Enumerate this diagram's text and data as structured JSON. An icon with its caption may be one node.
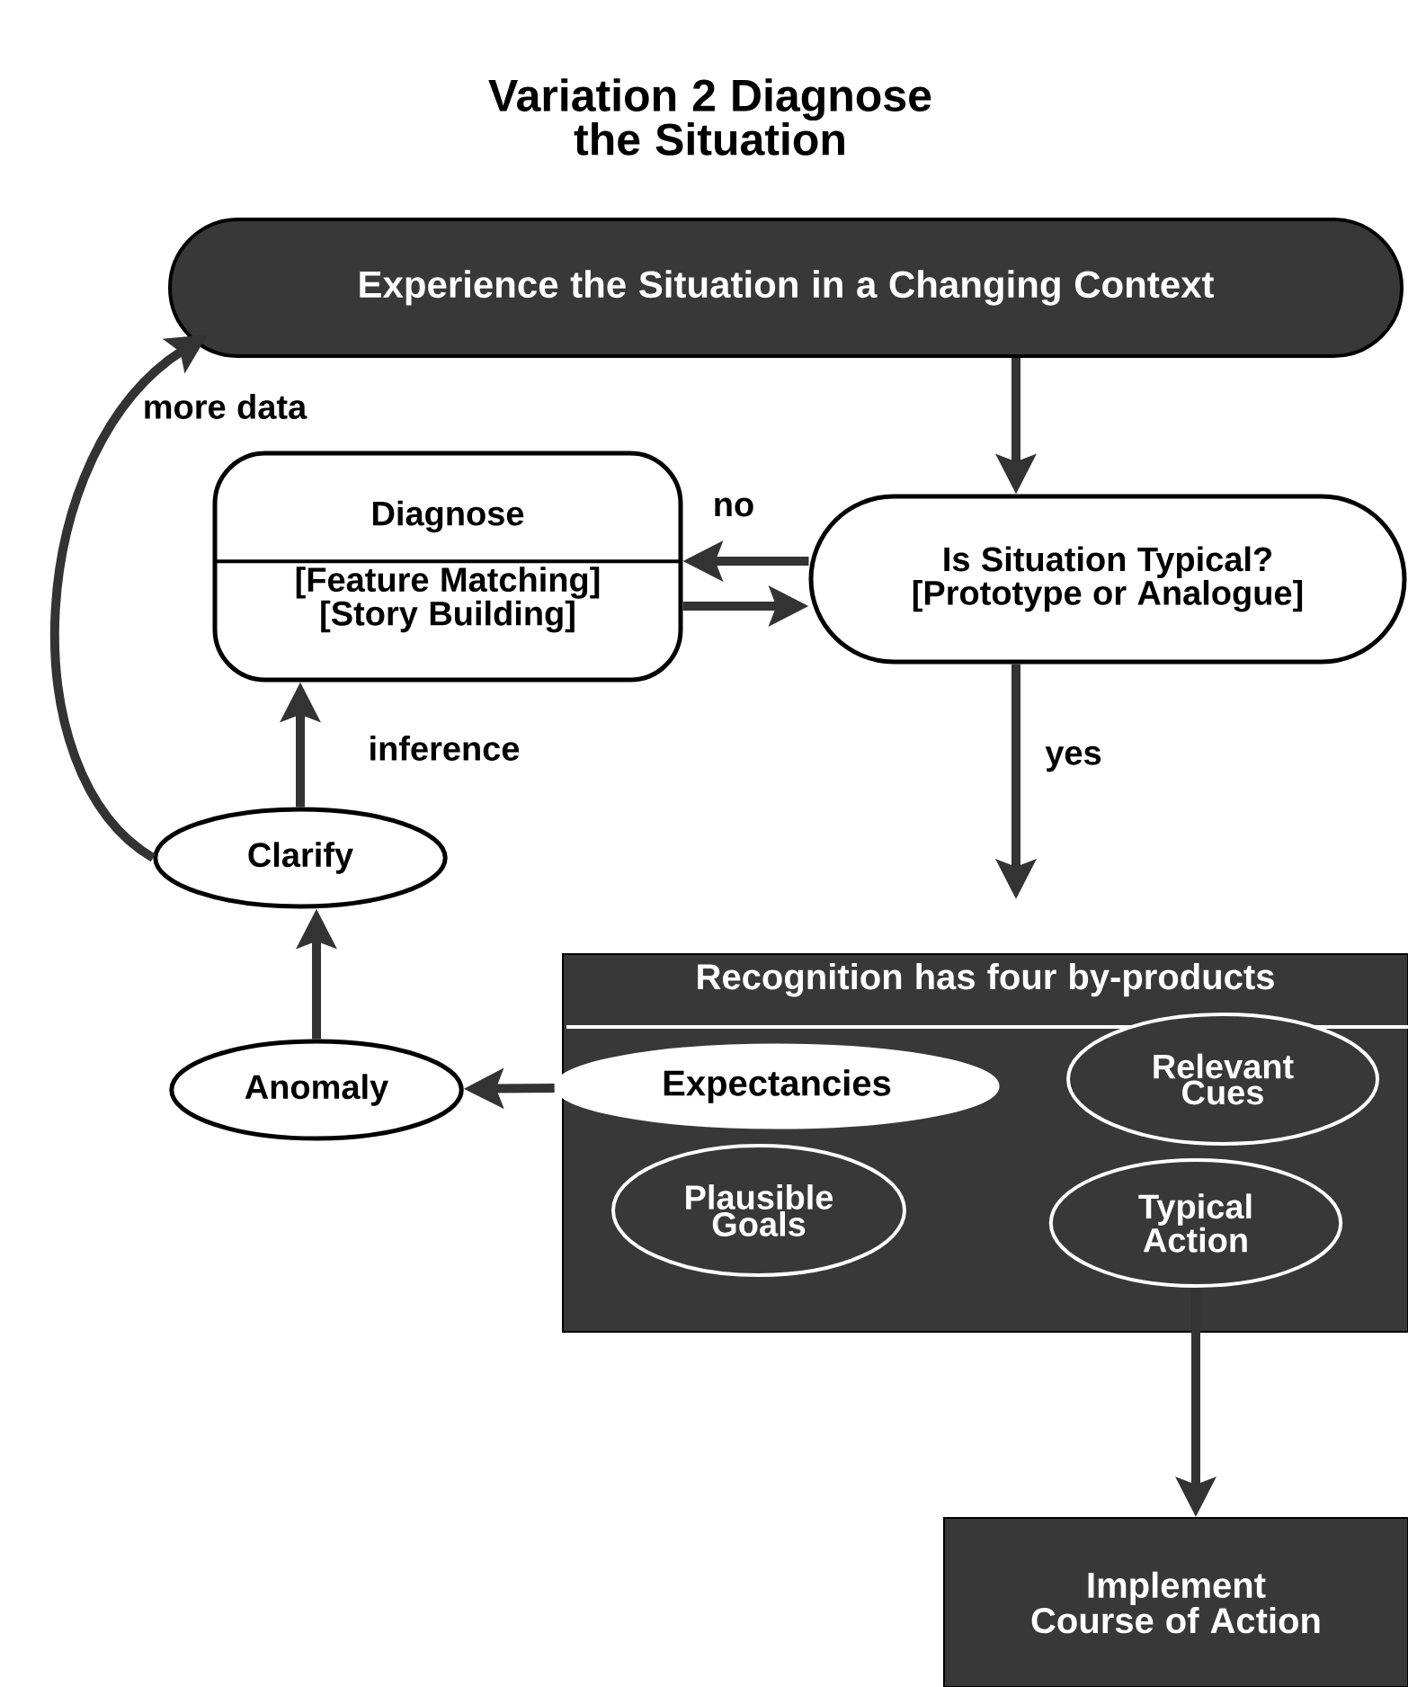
{
  "diagram": {
    "title": "Variation 2 Diagnose the Situation",
    "nodes": [
      {
        "text": [
          "Experience the Situation in a Changing Context"
        ]
      },
      {
        "text": [
          "Diagnose",
          "[Feature Matching] [Story Building]"
        ]
      },
      {
        "text": [
          "Is Situation Typical? [Prototype or Analogue]"
        ]
      },
      {
        "text": [
          "Clarify"
        ]
      },
      {
        "text": [
          "Recognition has four by-products"
        ]
      },
      {
        "text": [
          "Expectancies"
        ],
        "in": 4
      },
      {
        "text": [
          "Relevant Cues"
        ],
        "in": 4
      },
      {
        "text": [
          "Plausible Goals"
        ],
        "in": 4
      },
      {
        "text": [
          "Typical Action"
        ],
        "in": 4
      },
      {
        "text": [
          "Anomaly"
        ]
      },
      {
        "text": [
          "Implement Course of Action"
        ]
      }
    ],
    "edges": [
      {
        "from": 0,
        "to": 2,
        "arrow": "to"
      },
      {
        "from": 2,
        "to": 1,
        "arrow": "to",
        "label": "no"
      },
      {
        "from": 1,
        "to": 2,
        "arrow": "to"
      },
      {
        "from": 2,
        "to": 4,
        "arrow": "to",
        "label": "yes"
      },
      {
        "from": 5,
        "to": 9,
        "arrow": "to"
      },
      {
        "from": 9,
        "to": 3,
        "arrow": "to"
      },
      {
        "from": 3,
        "to": 1,
        "arrow": "to",
        "label": "inference"
      },
      {
        "from": 3,
        "to": 0,
        "arrow": "to",
        "label": "more data"
      },
      {
        "from": 8,
        "to": 10,
        "arrow": "to"
      }
    ]
  }
}
